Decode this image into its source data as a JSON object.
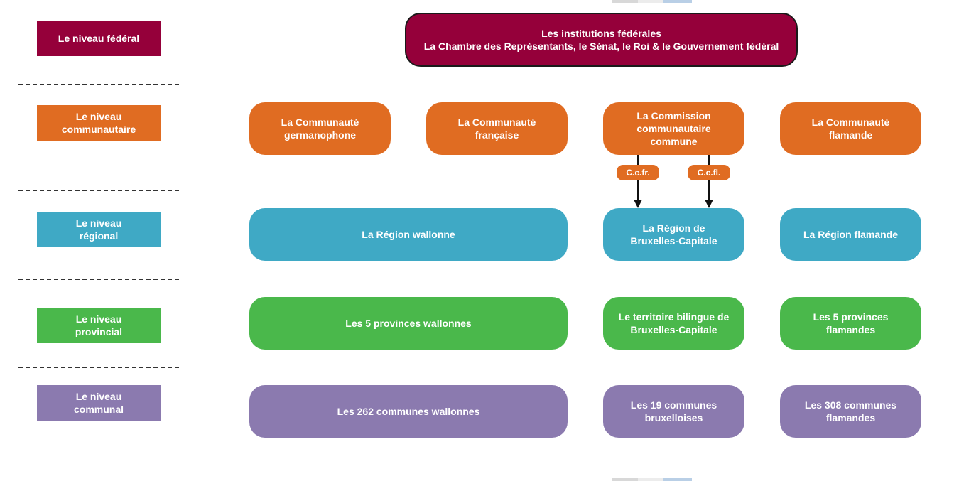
{
  "colors": {
    "federal": "#95003a",
    "community": "#e06c22",
    "regional": "#3fa9c5",
    "provincial": "#4ab84b",
    "communal": "#8b7aaf"
  },
  "levels": {
    "federal": "Le niveau fédéral",
    "community": "Le niveau\ncommunautaire",
    "regional": "Le niveau\nrégional",
    "provincial": "Le niveau\nprovincial",
    "communal": "Le niveau\ncommunal"
  },
  "federal_box": {
    "line1": "Les institutions fédérales",
    "line2": "La Chambre des Représentants, le Sénat, le Roi & le Gouvernement fédéral"
  },
  "community": {
    "german": "La Communauté\ngermanophone",
    "french": "La Communauté\nfrançaise",
    "common": "La Commission\ncommunautaire\ncommune",
    "flemish": "La Communauté\nflamande",
    "ccfr": "C.c.fr.",
    "ccfl": "C.c.fl."
  },
  "regions": {
    "wallonia": "La Région wallonne",
    "brussels": "La Région de\nBruxelles-Capitale",
    "flanders": "La Région flamande"
  },
  "provinces": {
    "wallonia": "Les 5 provinces wallonnes",
    "brussels": "Le territoire bilingue de\nBruxelles-Capitale",
    "flanders": "Les 5 provinces\nflamandes"
  },
  "communes": {
    "wallonia": "Les 262 communes wallonnes",
    "brussels": "Les 19 communes\nbruxelloises",
    "flanders": "Les 308 communes\nflamandes"
  }
}
